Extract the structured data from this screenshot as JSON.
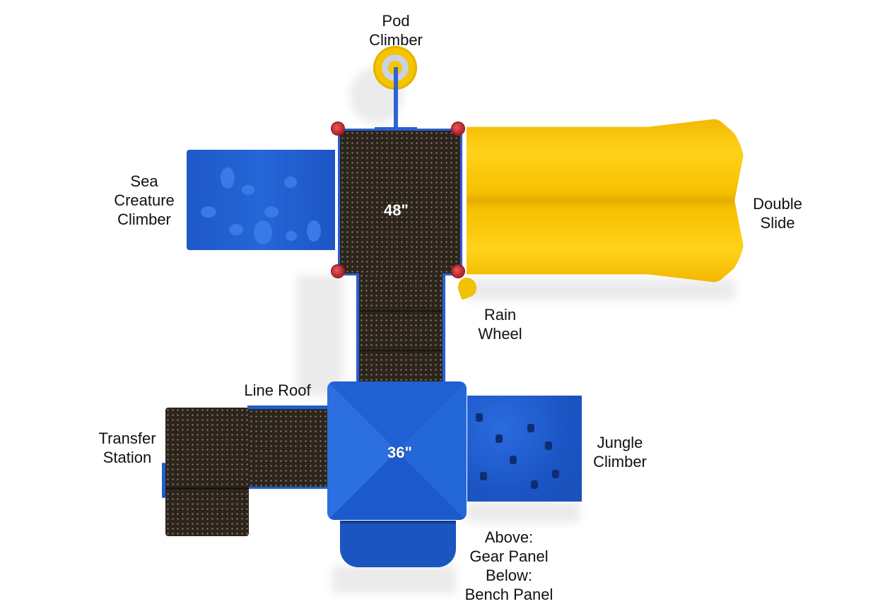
{
  "diagram": {
    "type": "playground-top-view",
    "colors": {
      "blue": "#1f5fd1",
      "yellow": "#f7c600",
      "deck_brown": "#2d251c",
      "post_red": "#b3222a"
    },
    "deck_heights": {
      "upper_deck": "48\"",
      "lower_deck": "36\""
    },
    "labels": {
      "pod_climber": "Pod\nClimber",
      "sea_creature_climber": "Sea\nCreature\nClimber",
      "double_slide": "Double\nSlide",
      "rain_wheel": "Rain\nWheel",
      "line_roof": "Line Roof",
      "transfer_station": "Transfer\nStation",
      "jungle_climber": "Jungle\nClimber",
      "gear_bench_panel": "Above:\nGear Panel\nBelow:\nBench Panel"
    }
  }
}
